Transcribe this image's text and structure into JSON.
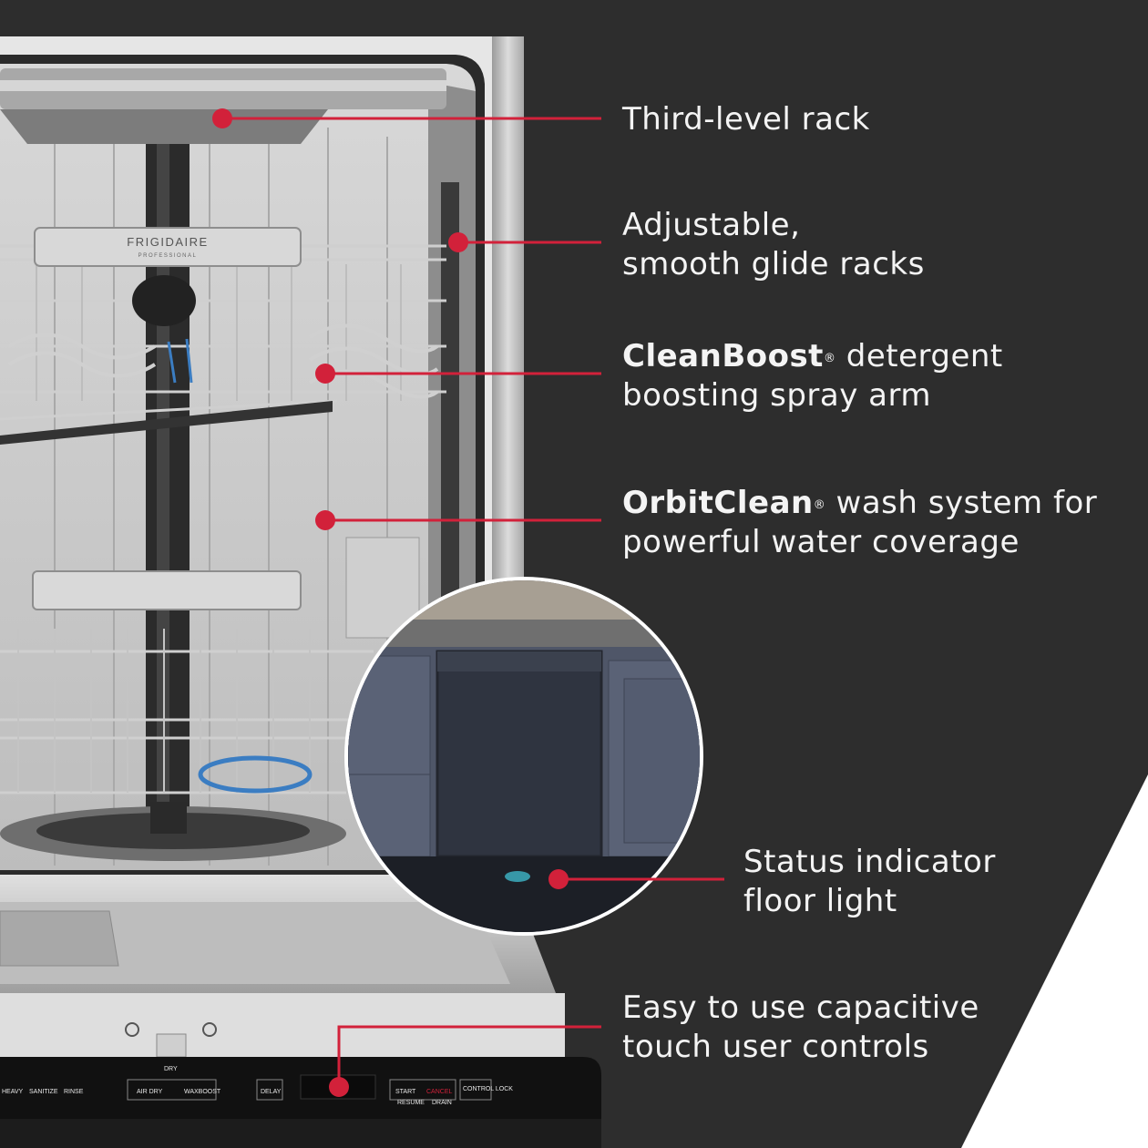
{
  "brand": {
    "name": "FRIGIDAIRE",
    "sub": "PROFESSIONAL"
  },
  "callouts": [
    {
      "id": "third-level-rack",
      "line1": "Third-level rack",
      "line1_bold": "",
      "line1_tm": "",
      "line2": ""
    },
    {
      "id": "adjustable-racks",
      "line1": "Adjustable,",
      "line1_bold": "",
      "line1_tm": "",
      "line2": "smooth glide racks"
    },
    {
      "id": "cleanboost",
      "line1": " detergent",
      "line1_bold": "CleanBoost",
      "line1_tm": "®",
      "line2": "boosting spray arm"
    },
    {
      "id": "orbitclean",
      "line1": " wash system for",
      "line1_bold": "OrbitClean",
      "line1_tm": "®",
      "line2": "powerful water coverage"
    },
    {
      "id": "floor-light",
      "line1": "Status indicator",
      "line1_bold": "",
      "line1_tm": "",
      "line2": "floor light"
    },
    {
      "id": "touch-controls",
      "line1": "Easy to use capacitive",
      "line1_bold": "",
      "line1_tm": "",
      "line2": "touch user controls"
    }
  ],
  "control_panel": {
    "buttons": [
      "HEAVY",
      "SANITIZE",
      "RINSE",
      "AIR DRY",
      "WAXBOOST",
      "DELAY",
      "START",
      "CANCEL",
      "CONTROL LOCK"
    ],
    "sub_labels": [
      "DRY",
      "RESUME",
      "DRAIN"
    ]
  },
  "colors": {
    "background": "#2d2d2d",
    "accent": "#d2213a",
    "text": "#f4f4f4",
    "stainless": "#c9c9c9"
  }
}
